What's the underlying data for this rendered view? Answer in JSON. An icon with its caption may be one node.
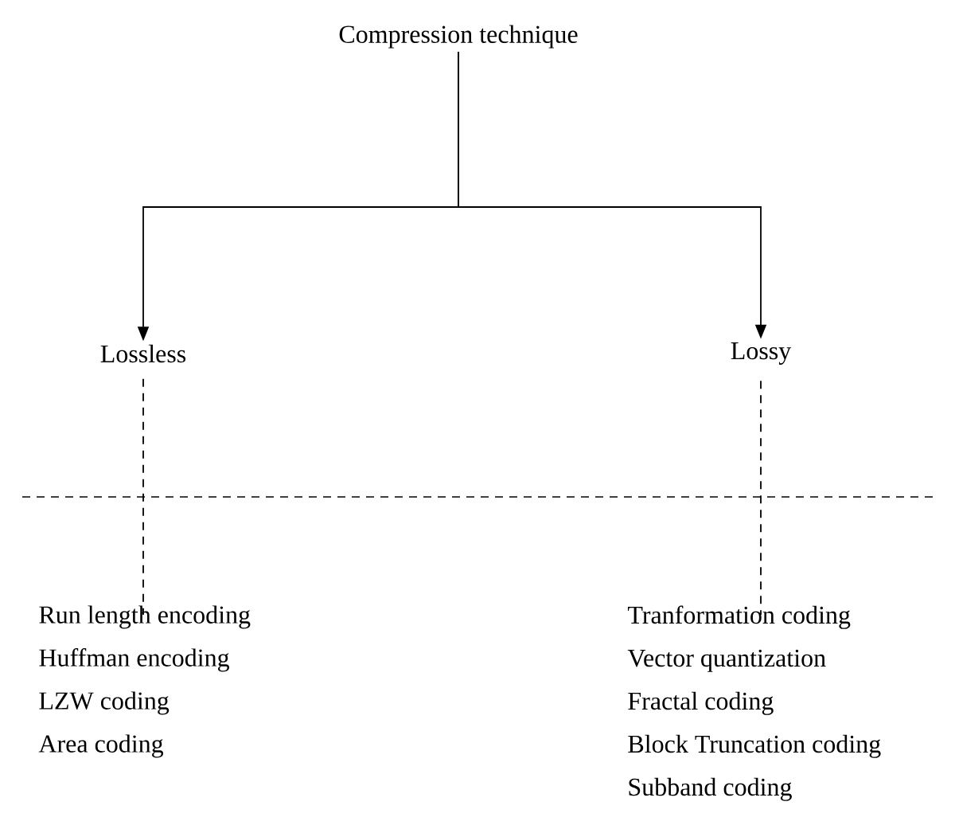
{
  "diagram": {
    "nodes": [
      {
        "text": [
          "Compression technique"
        ]
      },
      {
        "text": [
          "Lossless"
        ]
      },
      {
        "text": [
          "Lossy"
        ]
      },
      {
        "text": [
          "Run length encoding",
          "Huffman encoding",
          "LZW coding",
          "Area coding"
        ]
      },
      {
        "text": [
          "Tranformation coding",
          "Vector quantization",
          "Fractal coding",
          "Block Truncation coding",
          "Subband coding"
        ]
      }
    ],
    "edges": [
      {
        "from": 0,
        "to": 1,
        "arrow": "to"
      },
      {
        "from": 0,
        "to": 2,
        "arrow": "to"
      },
      {
        "from": 1,
        "to": 3,
        "arrow": "none",
        "style": "dashed"
      },
      {
        "from": 2,
        "to": 4,
        "arrow": "none",
        "style": "dashed"
      }
    ]
  }
}
